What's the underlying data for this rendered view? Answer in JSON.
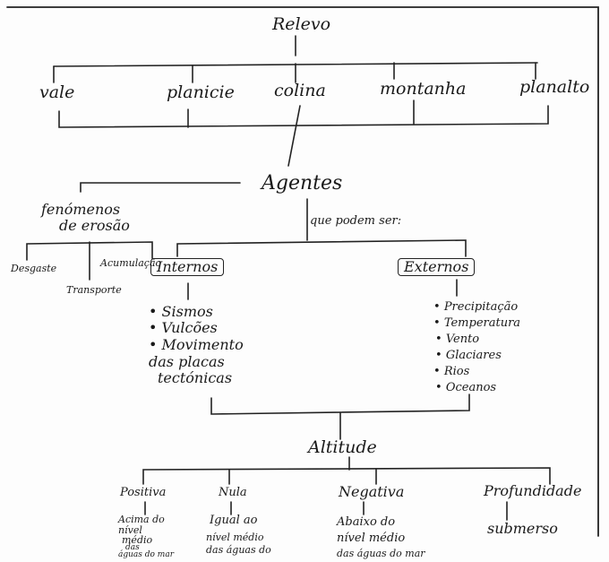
{
  "title": "Relevo",
  "landforms": [
    "vale",
    "planicie",
    "colina",
    "montanha",
    "planalto"
  ],
  "agents": {
    "title": "Agentes",
    "connector": "que podem ser:",
    "erosion": {
      "title_line1": "fenómenos",
      "title_line2": "de erosão",
      "stages": [
        "Desgaste",
        "Transporte",
        "Acumulação"
      ]
    },
    "internal": {
      "label": "Internos",
      "items": [
        "Sismos",
        "Vulcões",
        "Movimento",
        "das placas",
        "tectónicas"
      ]
    },
    "external": {
      "label": "Externos",
      "items": [
        "Precipitação",
        "Temperatura",
        "Vento",
        "Glaciares",
        "Rios",
        "Oceanos"
      ]
    }
  },
  "altitude": {
    "title": "Altitude",
    "types": [
      {
        "label": "Positiva",
        "desc": [
          "Acima do",
          "nível",
          "médio",
          "das",
          "águas do mar"
        ]
      },
      {
        "label": "Nula",
        "desc": [
          "Igual ao",
          "nível médio",
          "das águas do"
        ]
      },
      {
        "label": "Negativa",
        "desc": [
          "Abaixo do",
          "nível médio",
          "das águas do mar"
        ]
      },
      {
        "label": "Profundidade",
        "desc": [
          "submerso"
        ]
      }
    ]
  },
  "colors": {
    "ink": "#1a1a1a",
    "paper": "#fdfdfd"
  }
}
